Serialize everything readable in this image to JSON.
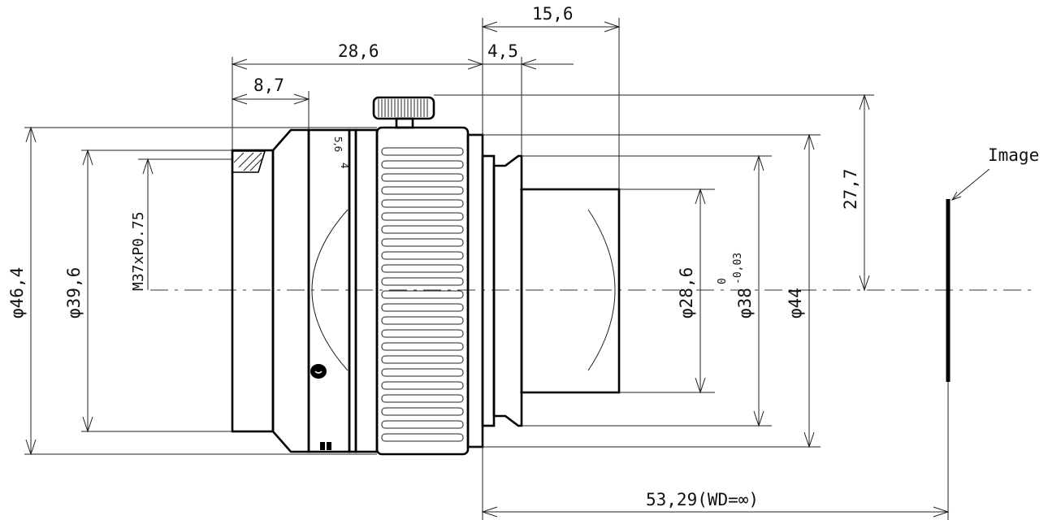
{
  "dimensions": {
    "d_15_6": "15,6",
    "d_28_6": "28,6",
    "d_4_5": "4,5",
    "d_8_7": "8,7",
    "d_phi46_4": "φ46,4",
    "d_phi39_6": "φ39,6",
    "d_thread": "M37xP0.75",
    "d_phi28_6": "φ28,6",
    "d_phi38": "φ38",
    "d_phi38_tol_upper": "0",
    "d_phi38_tol_lower": "-0,03",
    "d_phi44": "φ44",
    "d_27_7": "27,7",
    "d_wd": "53,29(WD=∞)"
  },
  "labels": {
    "image": "Image",
    "ring_mark_4": "4",
    "ring_mark_5_6": "5,6"
  },
  "colors": {
    "line": "#000000",
    "background": "#ffffff"
  }
}
